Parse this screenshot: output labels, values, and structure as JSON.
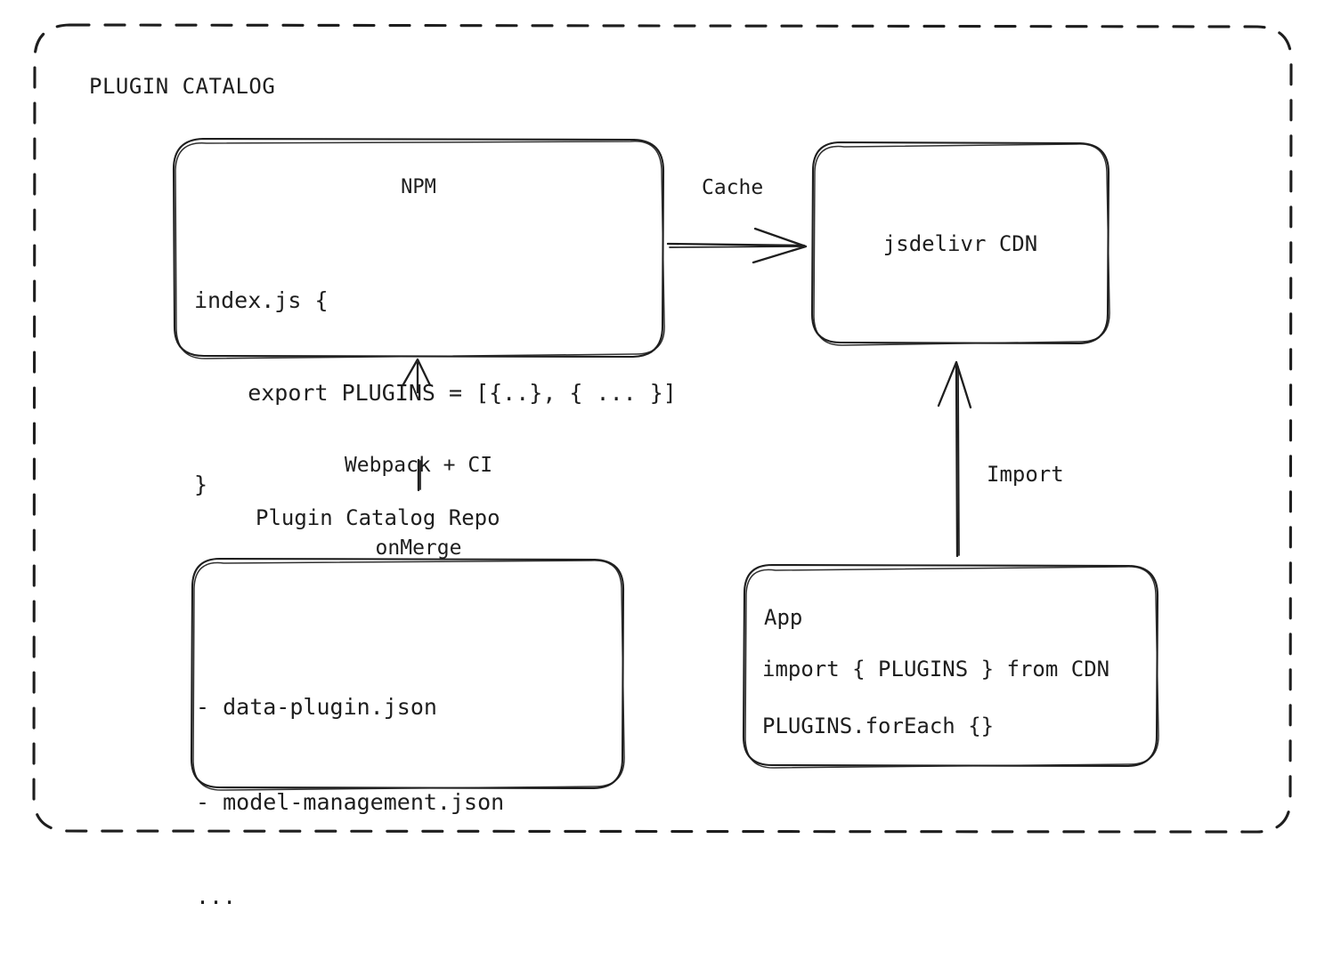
{
  "diagram": {
    "type": "architecture-flow",
    "title": "PLUGIN CATALOG",
    "background_color": "#ffffff",
    "stroke_color": "#1e1e1e",
    "style": "hand-drawn"
  },
  "group": {
    "label": "PLUGIN CATALOG",
    "border": "dashed"
  },
  "nodes": {
    "npm": {
      "title": "NPM",
      "code_line_1": "index.js {",
      "code_line_2": "    export PLUGINS = [{..}, { ... }]",
      "code_line_3": "}"
    },
    "cdn": {
      "title": "jsdelivr CDN"
    },
    "repo": {
      "label": "Plugin Catalog Repo",
      "item_1": "- data-plugin.json",
      "item_2": "- model-management.json",
      "item_3": "..."
    },
    "app": {
      "title": "App",
      "code_line_1": "import { PLUGINS } from CDN",
      "code_line_2": "PLUGINS.forEach {}"
    }
  },
  "edges": {
    "cache": {
      "label": "Cache",
      "from": "npm",
      "to": "cdn",
      "direction": "right"
    },
    "build": {
      "label_line_1": "Webpack + CI",
      "label_line_2": "onMerge",
      "from": "repo",
      "to": "npm",
      "direction": "up"
    },
    "import": {
      "label": "Import",
      "from": "app",
      "to": "cdn",
      "direction": "up"
    }
  }
}
